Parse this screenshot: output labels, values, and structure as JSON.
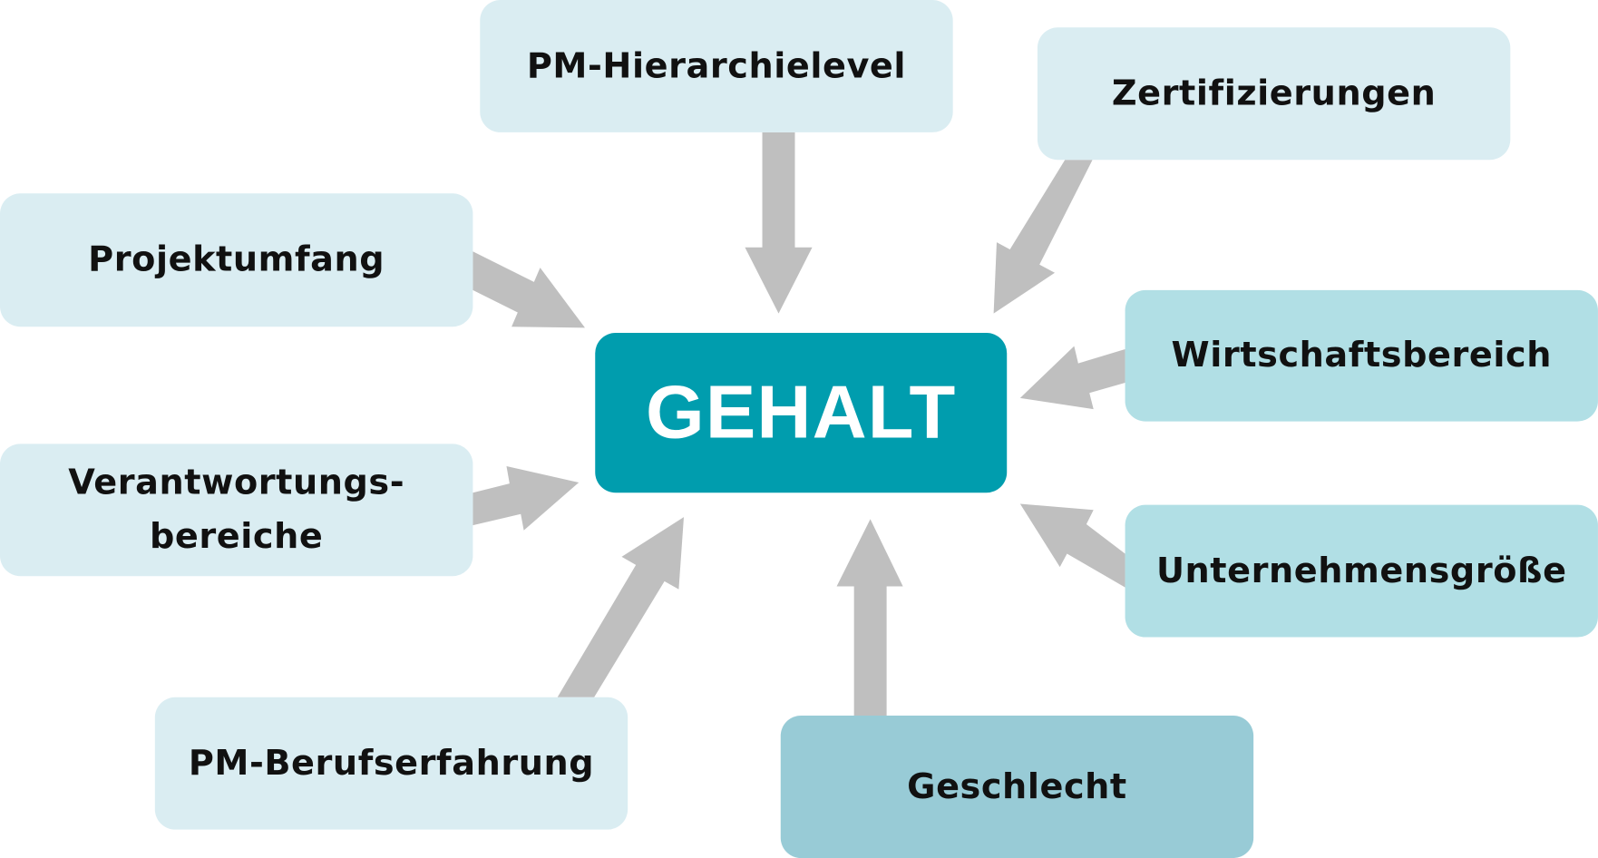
{
  "center": {
    "label": "GEHALT",
    "color": "#009dae"
  },
  "factors": [
    {
      "id": "hierarchie",
      "label": "PM-Hierarchielevel",
      "color": "#daedf2"
    },
    {
      "id": "zertifizierungen",
      "label": "Zertifizierungen",
      "color": "#daedf2"
    },
    {
      "id": "projektumfang",
      "label": "Projektumfang",
      "color": "#daedf2"
    },
    {
      "id": "wirtschaftsbereich",
      "label": "Wirtschaftsbereich",
      "color": "#b1dfe5"
    },
    {
      "id": "verantwortung",
      "label": "Verantwortungs-\nbereiche",
      "color": "#daedf2"
    },
    {
      "id": "unternehmensgroesse",
      "label": "Unternehmensgröße",
      "color": "#b1dfe5"
    },
    {
      "id": "berufserfahrung",
      "label": "PM-Berufserfahrung",
      "color": "#daedf2"
    },
    {
      "id": "geschlecht",
      "label": "Geschlecht",
      "color": "#98cbd6"
    }
  ],
  "arrow_color": "#bfbfbf"
}
